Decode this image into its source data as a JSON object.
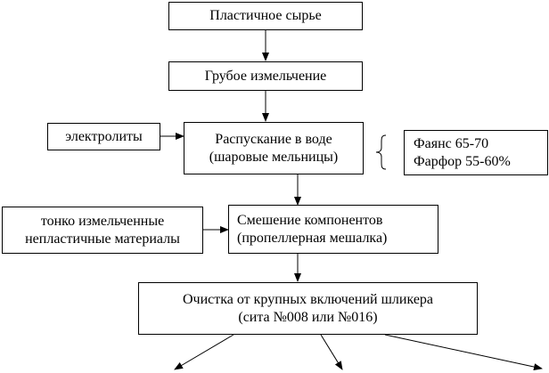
{
  "nodes": {
    "raw_material": "Пластичное сырье",
    "coarse_grinding": "Грубое измельчение",
    "electrolytes": "электролиты",
    "dissolution": [
      "Распускание в воде",
      "(шаровые мельницы)"
    ],
    "fineness": [
      "Фаянс 65-70",
      "Фарфор 55-60%"
    ],
    "nonplastic": [
      "тонко измельченные",
      "непластичные материалы"
    ],
    "mixing": [
      "Смешение компонентов",
      "(пропеллерная мешалка)"
    ],
    "cleaning": [
      "Очистка от крупных включений шликера",
      "(сита №008 или №016)"
    ]
  }
}
